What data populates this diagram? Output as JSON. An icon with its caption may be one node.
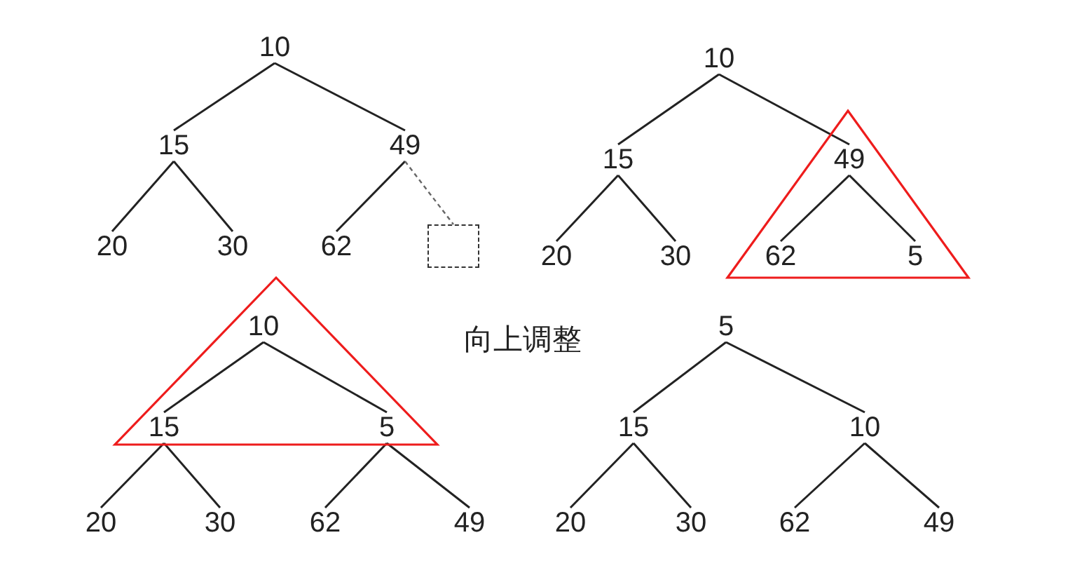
{
  "diagram": {
    "nodes": [
      {
        "text": [
          "10"
        ]
      },
      {
        "text": [
          "15"
        ]
      },
      {
        "text": [
          "49"
        ]
      },
      {
        "text": [
          "20"
        ]
      },
      {
        "text": [
          "30"
        ]
      },
      {
        "text": [
          "62"
        ]
      },
      {
        "text": [],
        "shape": "box"
      },
      {
        "text": [
          "10"
        ]
      },
      {
        "text": [
          "15"
        ]
      },
      {
        "text": [],
        "shape": "triangle"
      },
      {
        "text": [
          "49"
        ],
        "in": 9
      },
      {
        "text": [
          "20"
        ]
      },
      {
        "text": [
          "30"
        ]
      },
      {
        "text": [
          "62"
        ],
        "in": 9
      },
      {
        "text": [
          "5"
        ],
        "in": 9
      },
      {
        "text": [],
        "shape": "triangle"
      },
      {
        "text": [
          "10"
        ],
        "in": 15
      },
      {
        "text": [
          "15"
        ],
        "in": 15
      },
      {
        "text": [
          "5"
        ],
        "in": 15
      },
      {
        "text": [
          "20"
        ]
      },
      {
        "text": [
          "30"
        ]
      },
      {
        "text": [
          "62"
        ]
      },
      {
        "text": [
          "49"
        ]
      },
      {
        "text": [
          "5"
        ]
      },
      {
        "text": [
          "15"
        ]
      },
      {
        "text": [
          "10"
        ]
      },
      {
        "text": [
          "20"
        ]
      },
      {
        "text": [
          "30"
        ]
      },
      {
        "text": [
          "62"
        ]
      },
      {
        "text": [
          "49"
        ]
      }
    ],
    "edges": [
      {
        "from": 0,
        "to": 1,
        "arrow": "none"
      },
      {
        "from": 0,
        "to": 2,
        "arrow": "none"
      },
      {
        "from": 1,
        "to": 3,
        "arrow": "none"
      },
      {
        "from": 1,
        "to": 4,
        "arrow": "none"
      },
      {
        "from": 2,
        "to": 5,
        "arrow": "none"
      },
      {
        "from": 2,
        "to": 6,
        "arrow": "none",
        "style": "dashed",
        "color": "#666666"
      },
      {
        "from": 7,
        "to": 8,
        "arrow": "none"
      },
      {
        "from": 7,
        "to": 10,
        "arrow": "none"
      },
      {
        "from": 8,
        "to": 11,
        "arrow": "none"
      },
      {
        "from": 8,
        "to": 12,
        "arrow": "none"
      },
      {
        "from": 10,
        "to": 13,
        "arrow": "none"
      },
      {
        "from": 10,
        "to": 14,
        "arrow": "none"
      },
      {
        "from": 16,
        "to": 17,
        "arrow": "none"
      },
      {
        "from": 16,
        "to": 18,
        "arrow": "none"
      },
      {
        "from": 17,
        "to": 19,
        "arrow": "none"
      },
      {
        "from": 17,
        "to": 20,
        "arrow": "none"
      },
      {
        "from": 18,
        "to": 21,
        "arrow": "none"
      },
      {
        "from": 18,
        "to": 22,
        "arrow": "none"
      },
      {
        "from": 23,
        "to": 24,
        "arrow": "none"
      },
      {
        "from": 23,
        "to": 25,
        "arrow": "none"
      },
      {
        "from": 24,
        "to": 26,
        "arrow": "none"
      },
      {
        "from": 24,
        "to": 27,
        "arrow": "none"
      },
      {
        "from": 25,
        "to": 28,
        "arrow": "none"
      },
      {
        "from": 25,
        "to": 29,
        "arrow": "none"
      }
    ],
    "labels": [
      "向上调整"
    ]
  }
}
